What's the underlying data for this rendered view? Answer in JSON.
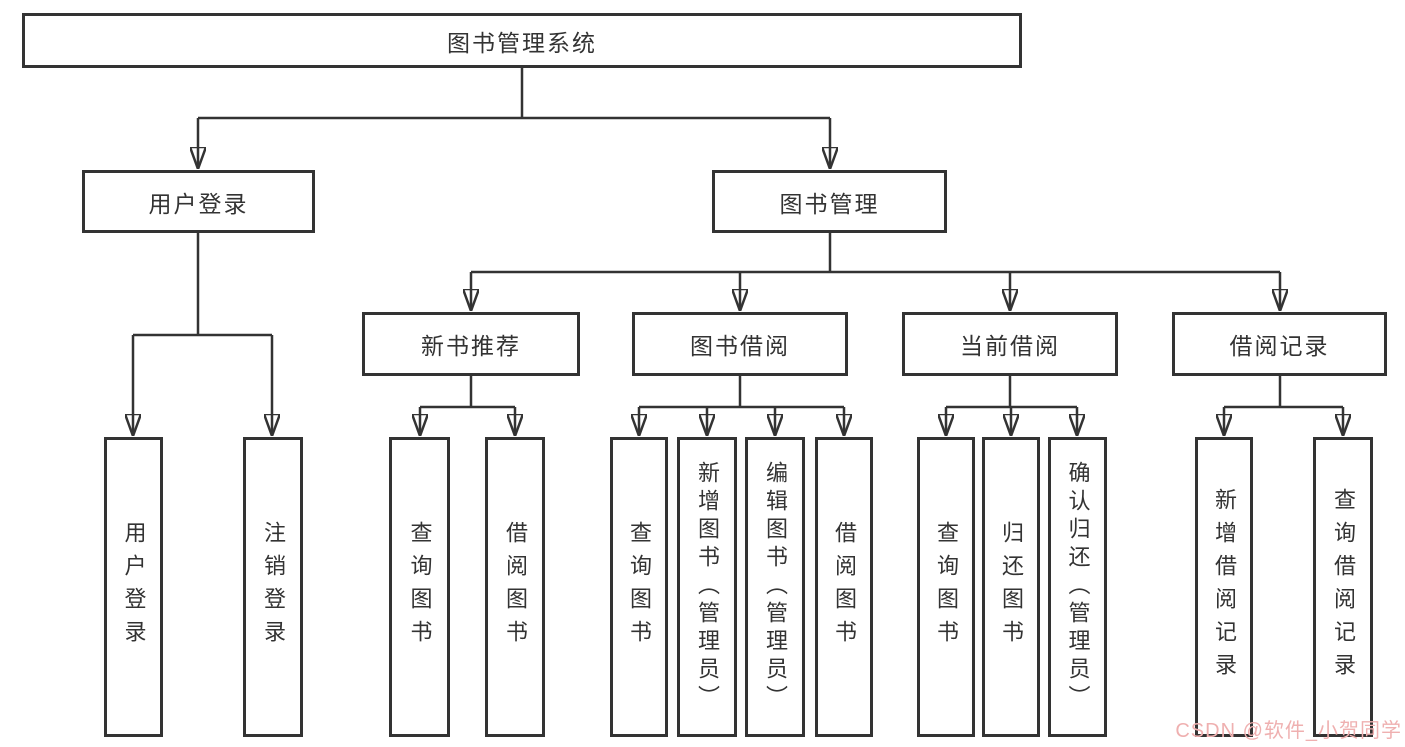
{
  "tree": {
    "root": "图书管理系统",
    "user": {
      "label": "用户登录",
      "children": [
        "用户登录",
        "注销登录"
      ]
    },
    "mgmt": {
      "label": "图书管理",
      "sections": [
        {
          "label": "新书推荐",
          "children": [
            "查询图书",
            "借阅图书"
          ]
        },
        {
          "label": "图书借阅",
          "children": [
            "查询图书",
            "新增图书（管理员）",
            "编辑图书（管理员）",
            "借阅图书"
          ]
        },
        {
          "label": "当前借阅",
          "children": [
            "查询图书",
            "归还图书",
            "确认归还（管理员）"
          ]
        },
        {
          "label": "借阅记录",
          "children": [
            "新增借阅记录",
            "查询借阅记录"
          ]
        }
      ]
    }
  },
  "watermark": {
    "text": "CSDN @软件_小贺同学",
    "color": "#EFB0B0"
  },
  "colors": {
    "line": "#333333",
    "text": "#333333",
    "background": "#FFFFFF"
  }
}
